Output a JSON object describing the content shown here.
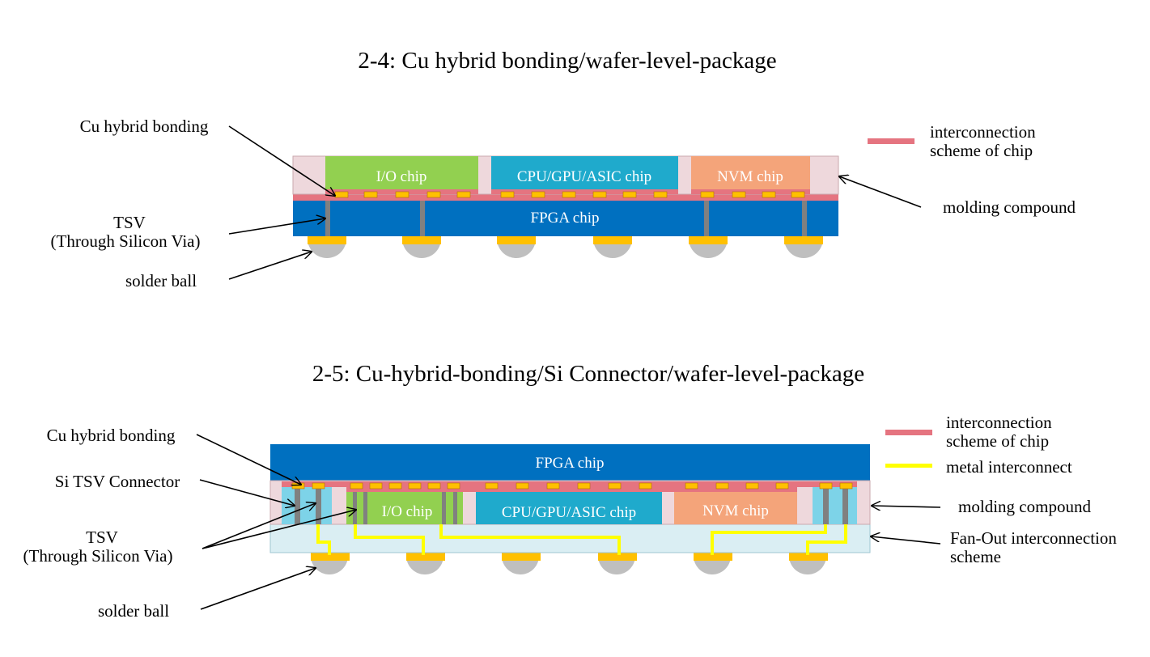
{
  "colors": {
    "io_chip": "#92D050",
    "cpu_chip": "#1FAACC",
    "nvm_chip": "#F4A47A",
    "fpga_chip": "#0070C0",
    "molding": "#EED8DC",
    "interconnect_layer": "#E57480",
    "cu_pad": "#FFC000",
    "tsv": "#808080",
    "solder_ball": "#BFBFBF",
    "metal_interconnect": "#FFFF00",
    "fanout_layer": "#DAEEF3",
    "si_connector": "#7DD3E8"
  },
  "diagram_top": {
    "title": "2-4: Cu hybrid bonding/wafer-level-package",
    "chips": {
      "io": "I/O chip",
      "cpu": "CPU/GPU/ASIC  chip",
      "nvm": "NVM chip",
      "fpga": "FPGA chip"
    },
    "callouts": {
      "cu_bonding": "Cu hybrid bonding",
      "tsv_line1": "TSV",
      "tsv_line2": "(Through  Silicon Via)",
      "solder_ball": "solder ball",
      "molding": "molding compound"
    },
    "legend": {
      "interconnect_line1": "interconnection",
      "interconnect_line2": "scheme of chip"
    }
  },
  "diagram_bottom": {
    "title": "2-5: Cu-hybrid-bonding/Si  Connector/wafer-level-package",
    "chips": {
      "fpga": "FPGA chip",
      "io": "I/O chip",
      "cpu": "CPU/GPU/ASIC  chip",
      "nvm": "NVM chip"
    },
    "callouts": {
      "cu_bonding": "Cu hybrid bonding",
      "si_tsv_connector": "Si TSV Connector",
      "tsv_line1": "TSV",
      "tsv_line2": "(Through  Silicon Via)",
      "solder_ball": "solder ball",
      "molding": "molding compound",
      "fanout_line1": "Fan-Out interconnection",
      "fanout_line2": "scheme"
    },
    "legend": {
      "interconnect_line1": "interconnection",
      "interconnect_line2": "scheme of chip",
      "metal": "metal interconnect"
    }
  }
}
